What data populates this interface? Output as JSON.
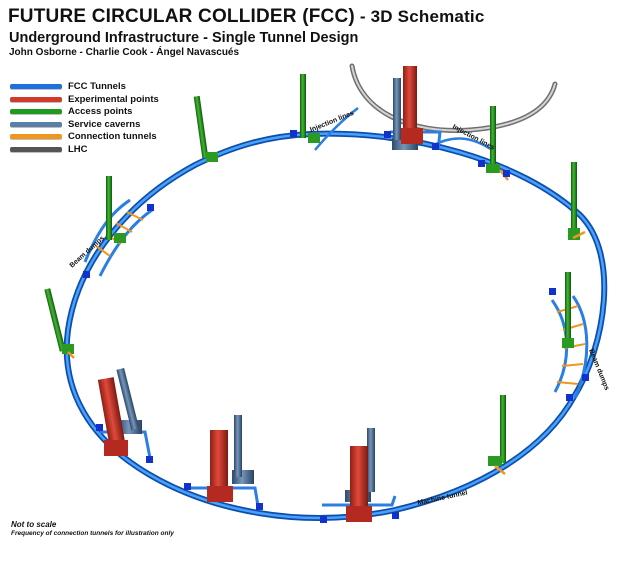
{
  "header": {
    "title": "FUTURE CIRCULAR COLLIDER (FCC)",
    "title_suffix": " - 3D Schematic",
    "subtitle": "Underground Infrastructure - Single Tunnel Design",
    "authors": "John Osborne - Charlie Cook - Ángel Navascués"
  },
  "legend": [
    {
      "label": "FCC Tunnels",
      "color": "#1f6fe0"
    },
    {
      "label": "Experimental points",
      "color": "#d23a2a"
    },
    {
      "label": "Access points",
      "color": "#1e9a1e"
    },
    {
      "label": "Service caverns",
      "color": "#5a7fa8"
    },
    {
      "label": "Connection tunnels",
      "color": "#f0961e"
    },
    {
      "label": "LHC",
      "color": "#555555"
    }
  ],
  "labels": {
    "injection_lines_left": "Injection lines",
    "injection_lines_right": "Injection lines",
    "beam_dumps_left": "Beam dumps",
    "beam_dumps_right": "Beam dumps",
    "machine_tunnel": "Machine tunnel"
  },
  "footnote": {
    "line1": "Not to scale",
    "line2": "Frequency of connection tunnels for illustration only"
  },
  "colors": {
    "fcc_tunnel": "#2a7fe0",
    "fcc_tunnel_dark": "#0d4fa8",
    "experimental": "#c8352a",
    "access": "#2a9a22",
    "service": "#4f6f93",
    "connection": "#f0961e",
    "lhc": "#9a9a9a",
    "node": "#1133cc"
  }
}
